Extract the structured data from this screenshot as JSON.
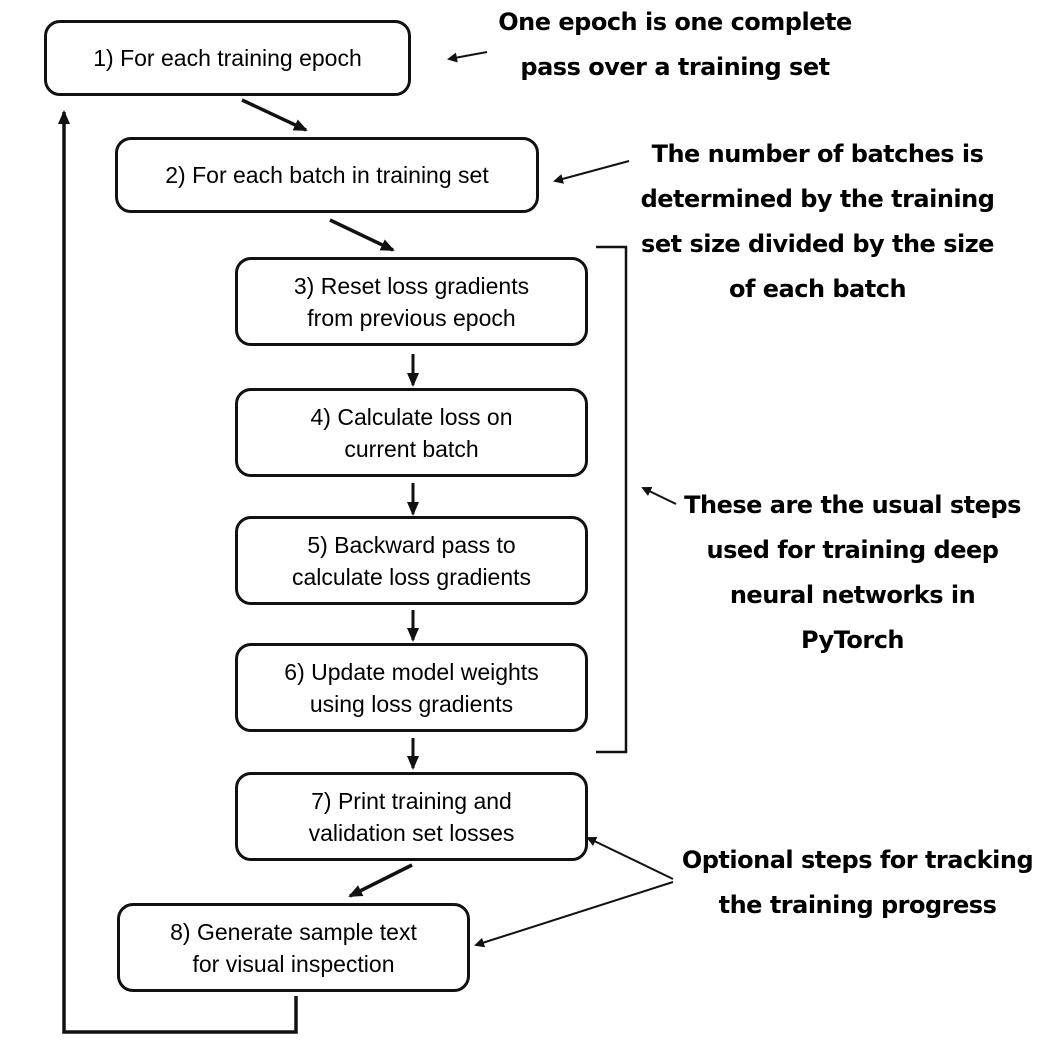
{
  "steps": [
    {
      "lines": [
        "1) For each training epoch"
      ]
    },
    {
      "lines": [
        "2) For each batch in training set"
      ]
    },
    {
      "lines": [
        "3) Reset loss gradients",
        "from previous epoch"
      ]
    },
    {
      "lines": [
        "4) Calculate loss on",
        "current batch"
      ]
    },
    {
      "lines": [
        "5) Backward pass to",
        "calculate loss gradients"
      ]
    },
    {
      "lines": [
        "6) Update model weights",
        "using loss gradients"
      ]
    },
    {
      "lines": [
        "7) Print training and",
        "validation set losses"
      ]
    },
    {
      "lines": [
        "8) Generate sample text",
        "for visual inspection"
      ]
    }
  ],
  "annotations": {
    "epoch": [
      "One epoch is one complete",
      "pass over a training set"
    ],
    "batches": [
      "The number of batches is",
      "determined by the training",
      "set size divided by the size",
      "of each batch"
    ],
    "usual_steps": [
      "These are the usual steps",
      "used for training deep",
      "neural networks in",
      "PyTorch"
    ],
    "optional": [
      "Optional steps for tracking",
      "the training progress"
    ]
  },
  "colors": {
    "stroke": "#111111",
    "background": "#ffffff"
  }
}
